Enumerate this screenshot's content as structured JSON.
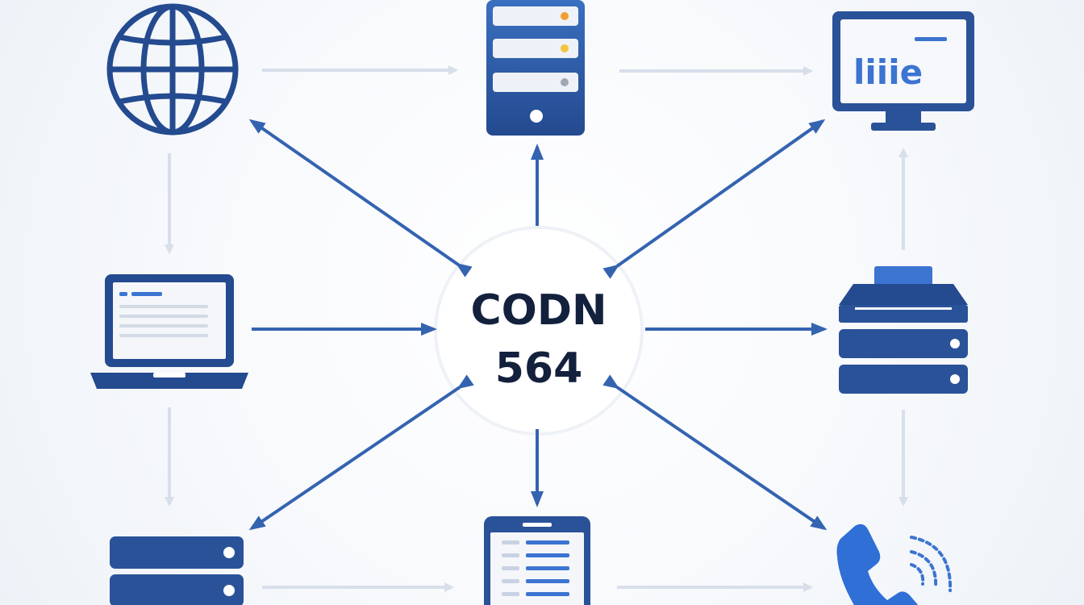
{
  "hub": {
    "line1": "CODN",
    "line2": "564"
  },
  "monitor": {
    "screen_text": "liiie"
  },
  "colors": {
    "primary": "#2a5298",
    "primary_light": "#3b74d1",
    "dark": "#1f3f7a",
    "arrow_light": "#d7dfea",
    "arrow_blue": "#3463b0",
    "hub_text": "#14213d",
    "led_orange": "#f0a030",
    "led_yellow": "#f2c53d",
    "led_gray": "#a0a8b4"
  },
  "icons": [
    "globe-icon",
    "server-tower-icon",
    "monitor-icon",
    "laptop-icon",
    "printer-server-icon",
    "rack-server-icon",
    "tablet-icon",
    "phone-icon"
  ]
}
